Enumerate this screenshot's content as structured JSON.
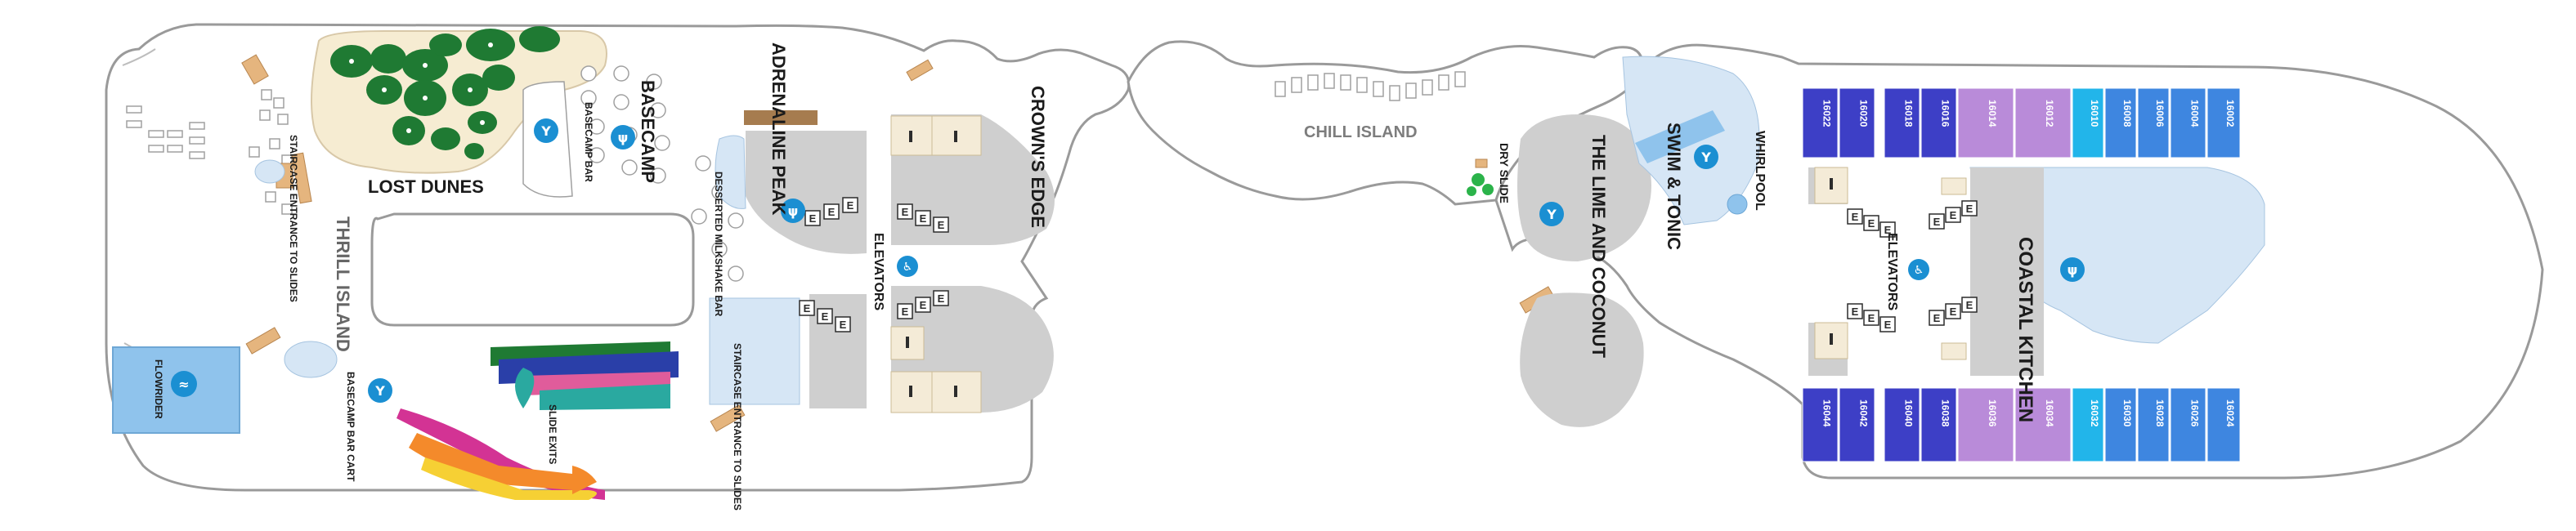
{
  "labels": {
    "basecamp": "BASECAMP",
    "basecamp_bar": "BASECAMP BAR",
    "lost_dunes": "LOST DUNES",
    "adrenaline_peak": "ADRENALINE PEAK",
    "desserted_milkshake_bar": "DESSERTED MILKSHAKE BAR",
    "elevators_fwd": "ELEVATORS",
    "crowns_edge": "CROWN'S EDGE",
    "chill_island": "CHILL ISLAND",
    "dry_slide": "DRY SLIDE",
    "lime_and_coconut": "THE LIME AND COCONUT",
    "swim_and_tonic": "SWIM & TONIC",
    "whirlpool": "WHIRLPOOL",
    "elevators_aft": "ELEVATORS",
    "coastal_kitchen": "COASTAL KITCHEN",
    "thrill_island": "THRILL ISLAND",
    "staircase_top": "STAIRCASE ENTRANCE TO SLIDES",
    "staircase_mid": "STAIRCASE ENTRANCE TO SLIDES",
    "flowrider": "FLOWRIDER",
    "basecamp_bar_cart": "BASECAMP BAR CART",
    "slide_exits": "SLIDE EXITS"
  },
  "cabins_top": [
    {
      "num": "16022",
      "color": "#3d3fc6"
    },
    {
      "num": "16020",
      "color": "#3d3fc6"
    },
    {
      "num": "16018",
      "color": "#3d3fc6"
    },
    {
      "num": "16016",
      "color": "#3d3fc6"
    },
    {
      "num": "16014",
      "color": "#b98bd9"
    },
    {
      "num": "16012",
      "color": "#b98bd9"
    },
    {
      "num": "16010",
      "color": "#22b5ea"
    },
    {
      "num": "16008",
      "color": "#3e86e0"
    },
    {
      "num": "16006",
      "color": "#3e86e0"
    },
    {
      "num": "16004",
      "color": "#3e86e0"
    },
    {
      "num": "16002",
      "color": "#3e86e0"
    }
  ],
  "cabins_bottom": [
    {
      "num": "16044",
      "color": "#3d3fc6"
    },
    {
      "num": "16042",
      "color": "#3d3fc6"
    },
    {
      "num": "16040",
      "color": "#3d3fc6"
    },
    {
      "num": "16038",
      "color": "#3d3fc6"
    },
    {
      "num": "16036",
      "color": "#b98bd9"
    },
    {
      "num": "16034",
      "color": "#b98bd9"
    },
    {
      "num": "16032",
      "color": "#22b5ea"
    },
    {
      "num": "16030",
      "color": "#3e86e0"
    },
    {
      "num": "16028",
      "color": "#3e86e0"
    },
    {
      "num": "16026",
      "color": "#3e86e0"
    },
    {
      "num": "16024",
      "color": "#3e86e0"
    }
  ],
  "elevator_letter": "E",
  "colors": {
    "deck_outline": "#9a9a9a",
    "pool_light": "#d6e6f5",
    "pool_blue": "#8fc3ec",
    "icon_blue": "#1b8fd2",
    "venue_gray": "#cfcfcf",
    "restroom_tan": "#f4ebd7",
    "green": "#1e7a2f"
  }
}
